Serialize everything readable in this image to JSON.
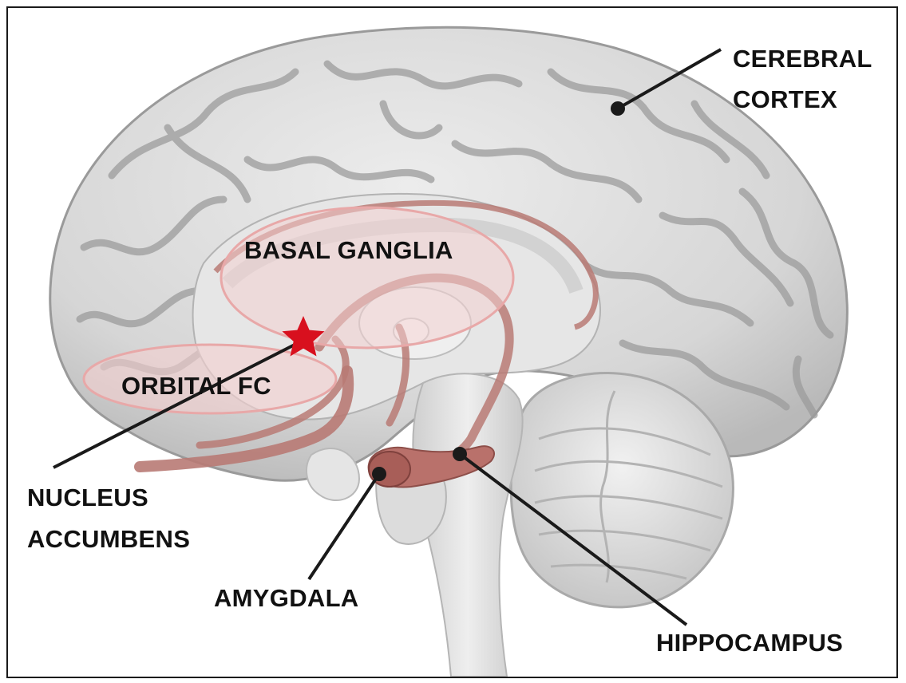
{
  "labels": {
    "cerebral_cortex": [
      "CEREBRAL",
      "CORTEX"
    ],
    "basal_ganglia": "BASAL GANGLIA",
    "orbital_fc": "ORBITAL FC",
    "nucleus_accumbens": [
      "NUCLEUS",
      "ACCUMBENS"
    ],
    "amygdala": "AMYGDALA",
    "hippocampus": "HIPPOCAMPUS"
  },
  "colors": {
    "brain_fill": "#d9d9d9",
    "brain_shadow": "#8f8f8f",
    "limbic_tract": "#b87a74",
    "region_fill": "#f3cfcf",
    "star": "#d8101e",
    "leader_line": "#1a1a1a"
  },
  "icons": {
    "marker": "star-icon"
  }
}
